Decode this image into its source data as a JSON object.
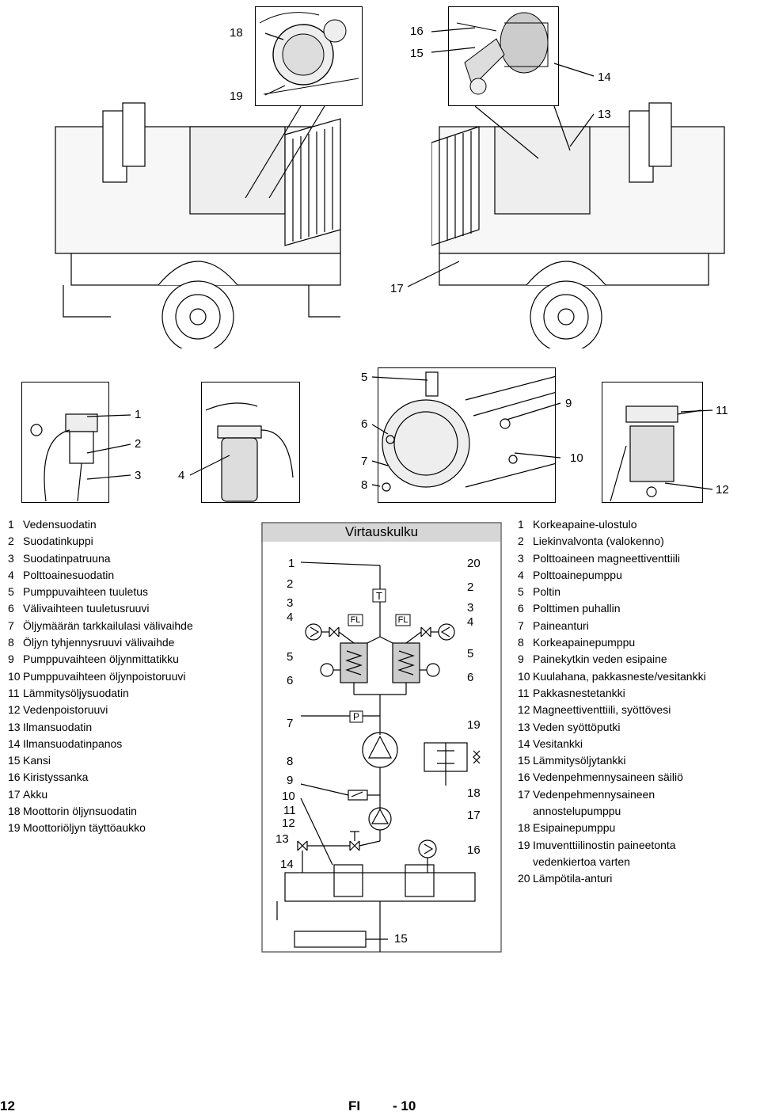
{
  "callouts_top": {
    "c18": "18",
    "c19": "19",
    "c16": "16",
    "c15": "15",
    "c14": "14",
    "c13": "13",
    "c17": "17"
  },
  "callouts_mid": {
    "c1": "1",
    "c2": "2",
    "c3": "3",
    "c4": "4",
    "c5": "5",
    "c6": "6",
    "c7": "7",
    "c8": "8",
    "c9": "9",
    "c10": "10",
    "c11": "11",
    "c12": "12"
  },
  "legend_left": [
    {
      "num": "1",
      "text": "Vedensuodatin"
    },
    {
      "num": "2",
      "text": "Suodatinkuppi"
    },
    {
      "num": "3",
      "text": "Suodatinpatruuna"
    },
    {
      "num": "4",
      "text": "Polttoainesuodatin"
    },
    {
      "num": "5",
      "text": "Pumppuvaihteen tuuletus"
    },
    {
      "num": "6",
      "text": "Välivaihteen tuuletusruuvi"
    },
    {
      "num": "7",
      "text": "Öljymäärän tarkkailulasi välivaihde"
    },
    {
      "num": "8",
      "text": "Öljyn tyhjennysruuvi välivaihde"
    },
    {
      "num": "9",
      "text": "Pumppuvaihteen öljynmittatikku"
    },
    {
      "num": "10",
      "text": "Pumppuvaihteen öljynpoistoruuvi"
    },
    {
      "num": "11",
      "text": "Lämmitysöljysuodatin"
    },
    {
      "num": "12",
      "text": "Vedenpoistoruuvi"
    },
    {
      "num": "13",
      "text": "Ilmansuodatin"
    },
    {
      "num": "14",
      "text": "Ilmansuodatinpanos"
    },
    {
      "num": "15",
      "text": "Kansi"
    },
    {
      "num": "16",
      "text": "Kiristyssanka"
    },
    {
      "num": "17",
      "text": "Akku"
    },
    {
      "num": "18",
      "text": "Moottorin öljynsuodatin"
    },
    {
      "num": "19",
      "text": "Moottoriöljyn täyttöaukko"
    }
  ],
  "diagram": {
    "title": "Virtauskulku",
    "left_nums": [
      "1",
      "2",
      "3",
      "4",
      "5",
      "6",
      "7",
      "8",
      "9",
      "10",
      "11",
      "12",
      "13",
      "14"
    ],
    "right_nums": [
      "20",
      "2",
      "3",
      "4",
      "5",
      "6",
      "19",
      "18",
      "17",
      "16"
    ],
    "bottom_num": "15",
    "fl_label": "FL",
    "t_label": "T",
    "p_label": "P"
  },
  "legend_right": [
    {
      "num": "1",
      "text": "Korkeapaine-ulostulo"
    },
    {
      "num": "2",
      "text": "Liekinvalvonta (valokenno)"
    },
    {
      "num": "3",
      "text": "Polttoaineen magneettiventtiili"
    },
    {
      "num": "4",
      "text": "Polttoainepumppu"
    },
    {
      "num": "5",
      "text": "Poltin"
    },
    {
      "num": "6",
      "text": "Polttimen puhallin"
    },
    {
      "num": "7",
      "text": "Paineanturi"
    },
    {
      "num": "8",
      "text": "Korkeapainepumppu"
    },
    {
      "num": "9",
      "text": "Painekytkin veden esipaine"
    },
    {
      "num": "10",
      "text": "Kuulahana, pakkasneste/vesitankki"
    },
    {
      "num": "11",
      "text": "Pakkasnestetankki"
    },
    {
      "num": "12",
      "text": "Magneettiventtiili, syöttövesi"
    },
    {
      "num": "13",
      "text": "Veden syöttöputki"
    },
    {
      "num": "14",
      "text": "Vesitankki"
    },
    {
      "num": "15",
      "text": "Lämmitysöljytankki"
    },
    {
      "num": "16",
      "text": "Vedenpehmennysaineen säiliö"
    },
    {
      "num": "17",
      "text": "Vedenpehmennysaineen annostelupumppu"
    },
    {
      "num": "18",
      "text": "Esipainepumppu"
    },
    {
      "num": "19",
      "text": "Imuventtiilinostin paineetonta vedenkiertoa varten"
    },
    {
      "num": "20",
      "text": "Lämpötila-anturi"
    }
  ],
  "footer": {
    "page": "12",
    "lang": "FI",
    "sub": "- 10"
  }
}
